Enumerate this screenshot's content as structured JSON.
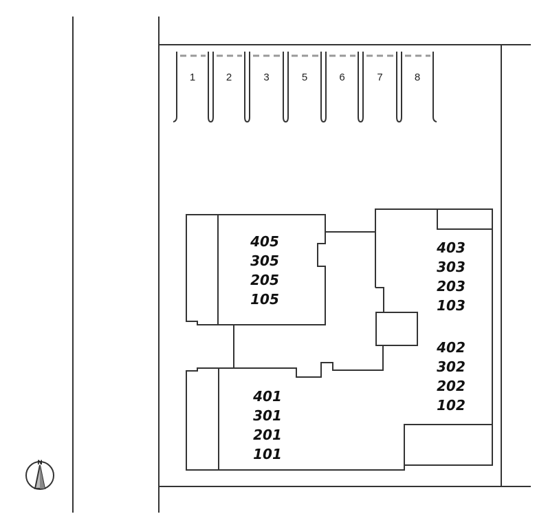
{
  "title": "Site plan",
  "parking": {
    "slots": [
      "1",
      "2",
      "3",
      "5",
      "6",
      "7",
      "8"
    ]
  },
  "buildings": {
    "north_west": {
      "units": [
        "405",
        "305",
        "205",
        "105"
      ]
    },
    "east_upper": {
      "units": [
        "403",
        "303",
        "203",
        "103"
      ]
    },
    "east_lower": {
      "units": [
        "402",
        "302",
        "202",
        "102"
      ]
    },
    "south_west": {
      "units": [
        "401",
        "301",
        "201",
        "101"
      ]
    }
  },
  "compass": {
    "label": "N",
    "icon": "north-arrow-icon"
  }
}
